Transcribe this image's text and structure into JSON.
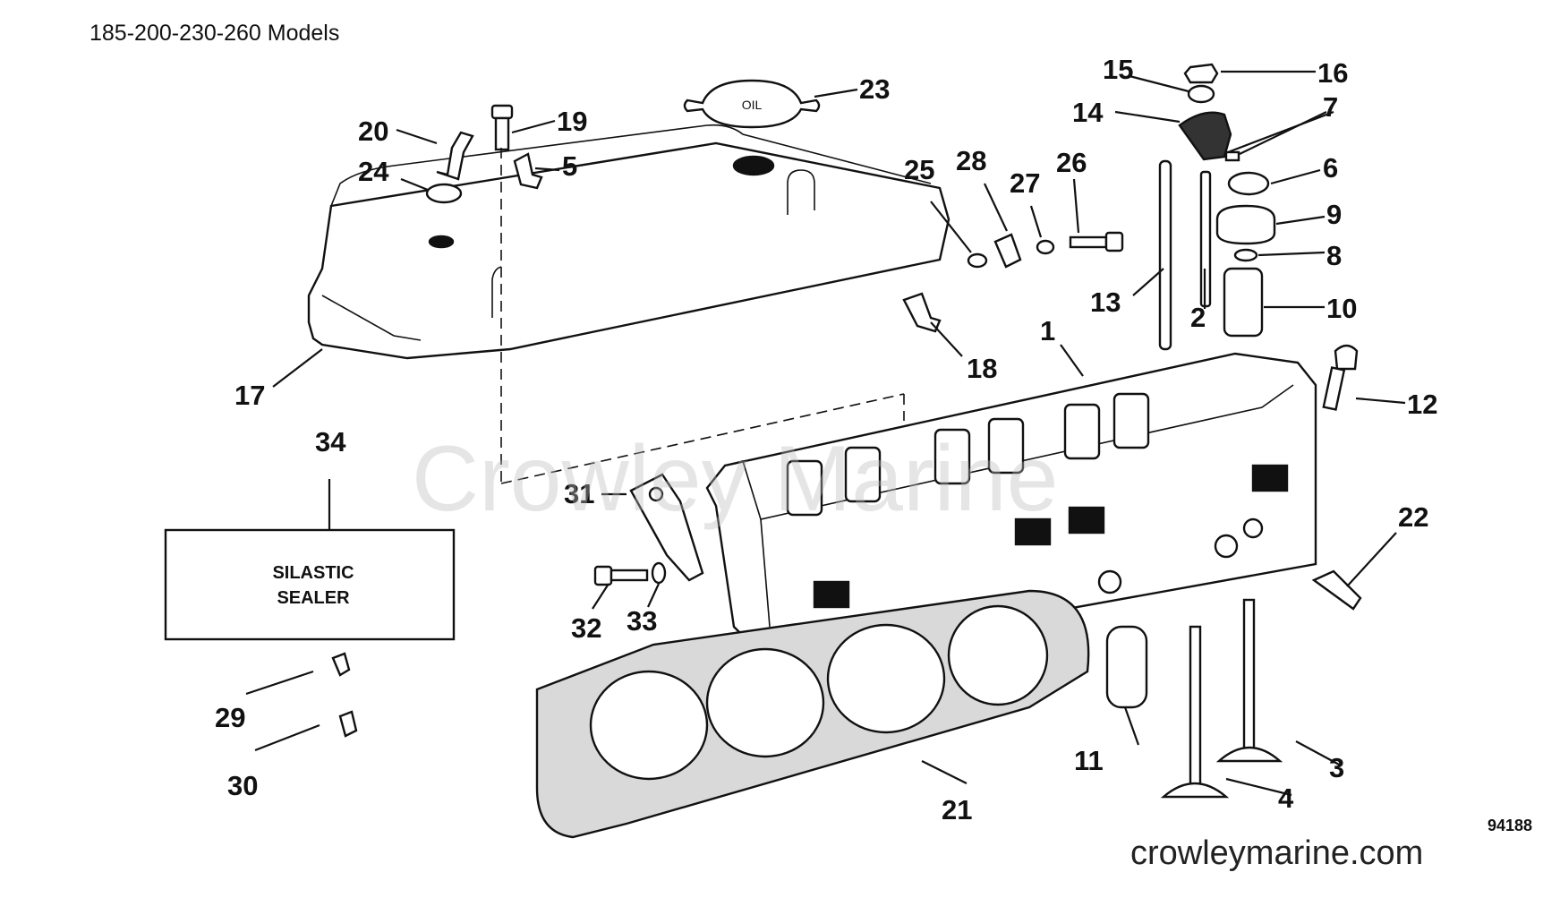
{
  "header": {
    "models_title": "185-200-230-260 Models"
  },
  "box_label": {
    "line1": "SILASTIC",
    "line2": "SEALER"
  },
  "callouts": [
    "1",
    "2",
    "3",
    "4",
    "5",
    "6",
    "7",
    "8",
    "9",
    "10",
    "11",
    "12",
    "13",
    "14",
    "15",
    "16",
    "17",
    "18",
    "19",
    "20",
    "21",
    "22",
    "23",
    "24",
    "25",
    "26",
    "27",
    "28",
    "29",
    "30",
    "31",
    "32",
    "33",
    "34"
  ],
  "oil_cap_text": "OIL",
  "watermark": "Crowley Marine",
  "site": "crowleymarine.com",
  "figure_number": "94188"
}
